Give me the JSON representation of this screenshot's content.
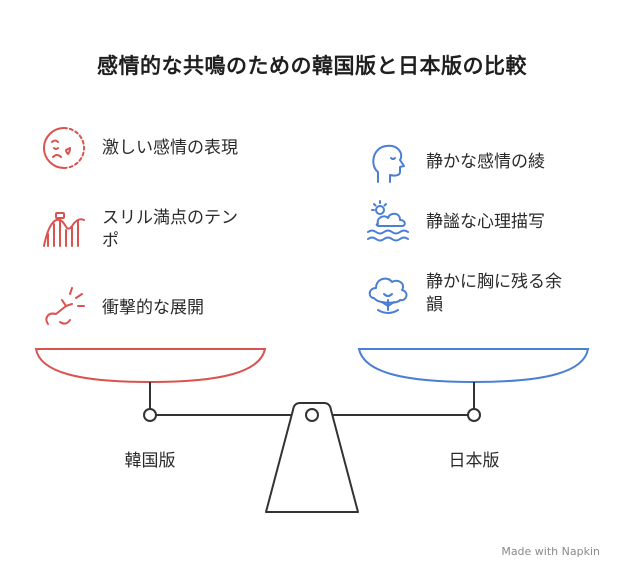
{
  "title": "感情的な共鳴のための韓国版と日本版の比較",
  "colors": {
    "left": "#d9534f",
    "right": "#4a7fd6",
    "scale": "#333333"
  },
  "left": {
    "label": "韓国版",
    "items": [
      {
        "text": "激しい感情の表現",
        "icon": "crying-face-icon"
      },
      {
        "text": "スリル満点のテンポ",
        "icon": "roller-coaster-icon"
      },
      {
        "text": "衝撃的な展開",
        "icon": "burst-arrow-icon"
      }
    ]
  },
  "right": {
    "label": "日本版",
    "items": [
      {
        "text": "静かな感情の綾",
        "icon": "calm-head-icon"
      },
      {
        "text": "静謐な心理描写",
        "icon": "sun-cloud-waves-icon"
      },
      {
        "text": "静かに胸に残る余韻",
        "icon": "tree-icon"
      }
    ]
  },
  "footer": "Made with Napkin"
}
